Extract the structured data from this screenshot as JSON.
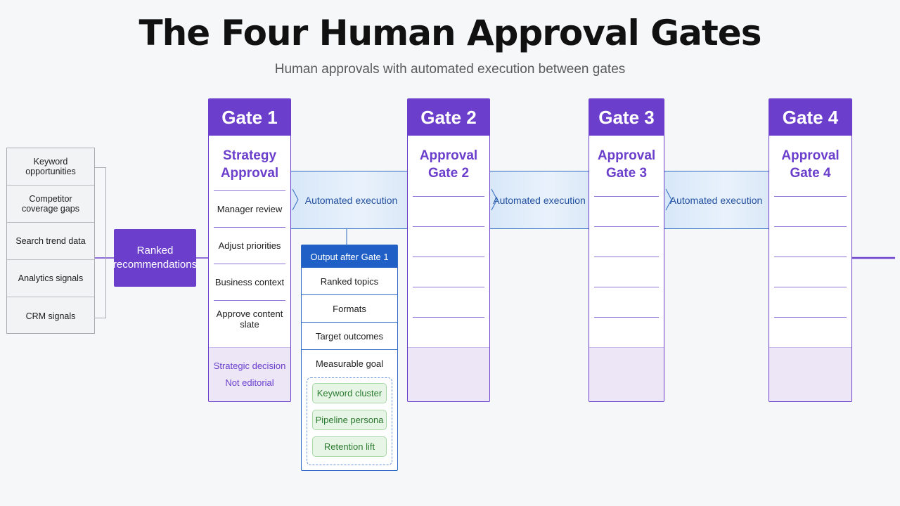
{
  "header": {
    "title": "The Four Human Approval Gates",
    "subtitle": "Human approvals with automated execution between gates"
  },
  "inputs": [
    "Keyword opportunities",
    "Competitor coverage gaps",
    "Search trend data",
    "Analytics signals",
    "CRM signals"
  ],
  "ranked_label": "Ranked recommendations",
  "band_label": "Automated execution",
  "gates": [
    {
      "label": "Gate 1",
      "name_line1": "Strategy",
      "name_line2": "Approval",
      "rows": [
        "Manager review",
        "Adjust priorities",
        "Business context",
        "Approve content slate"
      ],
      "footer_line1": "Strategic decision",
      "footer_line2": "Not editorial"
    },
    {
      "label": "Gate 2",
      "name_line1": "Approval",
      "name_line2": "Gate 2"
    },
    {
      "label": "Gate 3",
      "name_line1": "Approval",
      "name_line2": "Gate 3"
    },
    {
      "label": "Gate 4",
      "name_line1": "Approval",
      "name_line2": "Gate 4"
    }
  ],
  "output": {
    "title": "Output after Gate 1",
    "rows": [
      "Ranked topics",
      "Formats",
      "Target outcomes",
      "Measurable goal"
    ],
    "tags": [
      "Keyword cluster",
      "Pipeline persona",
      "Retention lift"
    ]
  },
  "colors": {
    "purple": "#6b3fcc",
    "blue": "#1f5fc6",
    "green": "#2b7a2f"
  }
}
